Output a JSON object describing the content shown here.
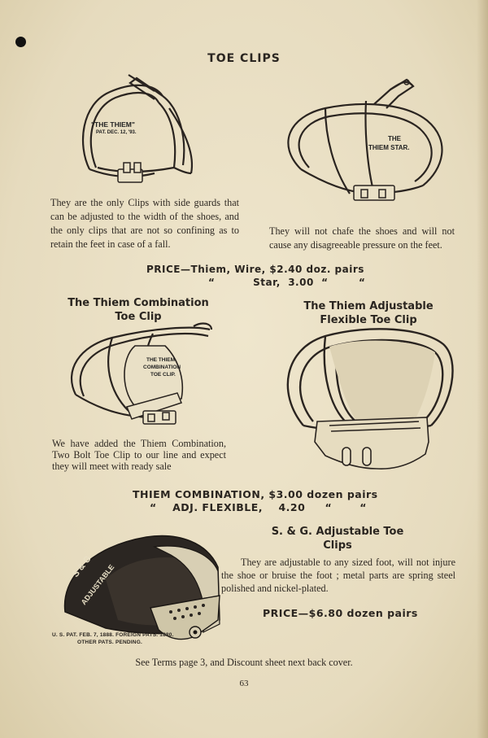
{
  "title": "TOE CLIPS",
  "clip_wire": {
    "label_line1": "\"THE THIEM\"",
    "label_line2": "PAT. DEC. 12, '93.",
    "description": "They are the only Clips with side guards that can be adjusted to the width of the shoes, and the only clips that are not so confining as to retain the feet in case of a fall."
  },
  "clip_star": {
    "label_line1": "THE",
    "label_line2": "THIEM STAR.",
    "description": "They will not chafe the shoes and will not cause any disagreeable pressure on the feet."
  },
  "price_block_1": {
    "line1": "PRICE—Thiem, Wire, $2.40 doz. pairs",
    "line2": "“          Star,  3.00  “        “"
  },
  "combination": {
    "heading_line1": "The Thiem Combination",
    "heading_line2": "Toe Clip",
    "label_line1": "THE THIEM",
    "label_line2": "COMBINATION",
    "label_line3": "TOE CLIP.",
    "description": "We have added the Thiem Combination, Two Bolt Toe Clip to our line and expect they will meet with ready sale"
  },
  "adjustable": {
    "heading_line1": "The Thiem Adjustable",
    "heading_line2": "Flexible Toe Clip"
  },
  "price_block_2": {
    "line1": "THIEM COMBINATION, $3.00 dozen pairs",
    "line2": "“    ADJ. FLEXIBLE,    4.20     “       “"
  },
  "sg": {
    "heading_line1": "S. & G.  Adjustable Toe",
    "heading_line2": "Clips",
    "engraving_line1": "S & G",
    "engraving_line2": "ADJUSTABLE",
    "description": "They are adjustable to any sized foot, will not injure the shoe or bruise the foot ; metal parts are spring steel polished and nickel-plated.",
    "price": "PRICE—$6.80 dozen pairs",
    "patent_line1": "U. S. PAT. FEB. 7, 1888.   FOREIGN PATS. 1880.",
    "patent_line2": "OTHER PATS. PENDING."
  },
  "footer": "See Terms page 3, and Discount sheet next back cover.",
  "page_number": "63"
}
